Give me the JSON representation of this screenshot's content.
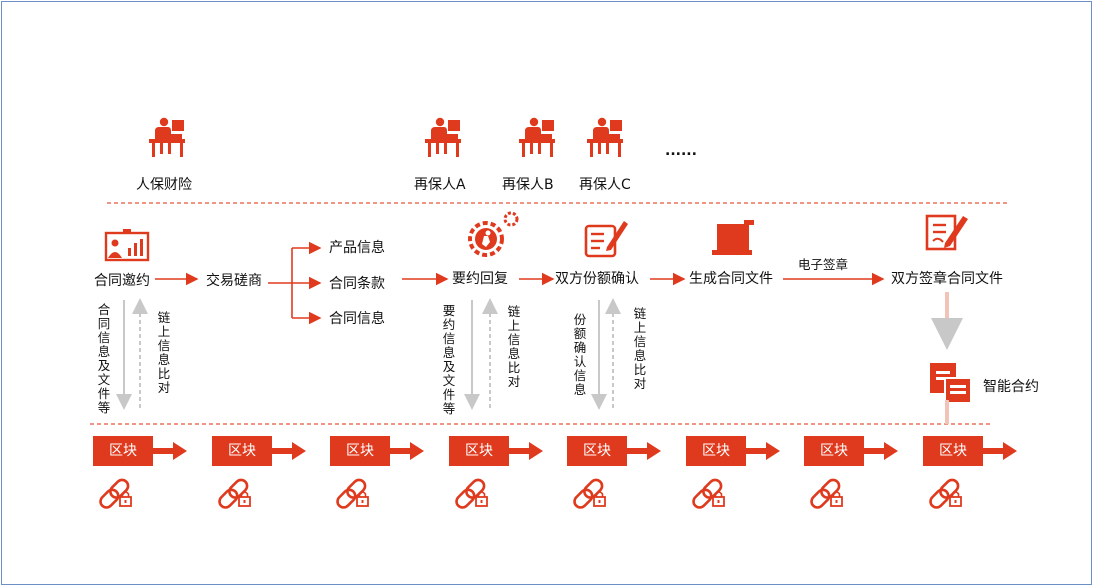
{
  "parties": {
    "insurer": "人保财险",
    "reinsurers": [
      "再保人A",
      "再保人B",
      "再保人C"
    ],
    "more": "......"
  },
  "flow": {
    "invite": "合同邀约",
    "match": "交易磋商",
    "branches": [
      "产品信息",
      "合同条款",
      "合同信息"
    ],
    "reply": "要约回复",
    "confirm": "双方份额确认",
    "generate": "生成合同文件",
    "esign": "电子签章",
    "sign": "双方签章合同文件",
    "smart": "智能合约"
  },
  "vertical_labels": [
    "合同信息及文件等",
    "链上信息比对",
    "要约信息及文件等",
    "链上信息比对",
    "份额确认信息",
    "链上信息比对"
  ],
  "chain": {
    "block_label": "区块",
    "block_count": 8
  },
  "icons": [
    "person-at-desk-icon",
    "presentation-icon",
    "gear-person-icon",
    "form-edit-icon",
    "scroll-document-icon",
    "sign-document-icon",
    "smart-contract-icon",
    "chain-lock-icon"
  ],
  "colors": {
    "accent": "#e03a1e",
    "frame": "#6c8fc7",
    "dashed_line": "#e8553a",
    "vertical_arrow": "#c8c8c8"
  }
}
